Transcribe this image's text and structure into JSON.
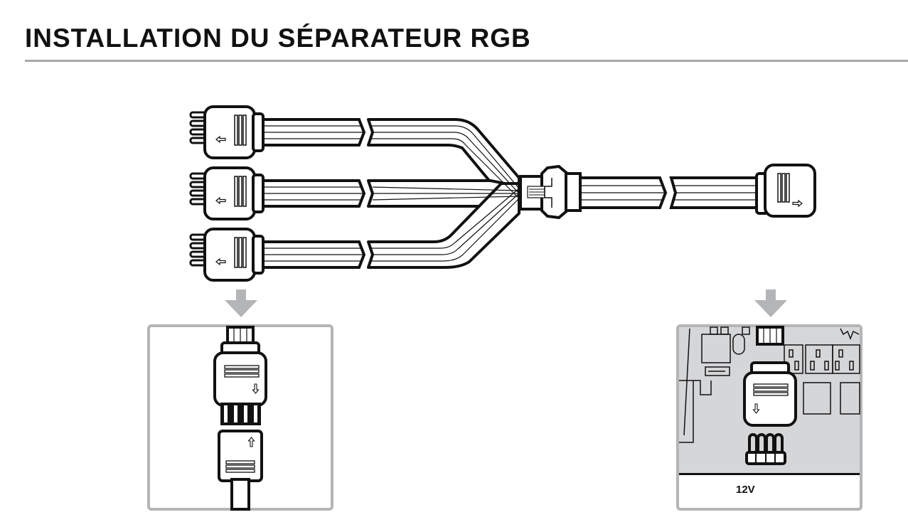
{
  "header": {
    "title": "INSTALLATION DU SÉPARATEUR RGB"
  },
  "diagram": {
    "splitter": {
      "outputs_count": 3,
      "input_count": 1
    },
    "detail_left": {
      "description": "Splitter connector to RGB device connector"
    },
    "detail_right": {
      "voltage_label": "12V"
    },
    "colors": {
      "line": "#111111",
      "panel_border": "#b4b5b7",
      "arrow": "#b4b5b7",
      "board_fill": "#d5d6d8"
    }
  }
}
